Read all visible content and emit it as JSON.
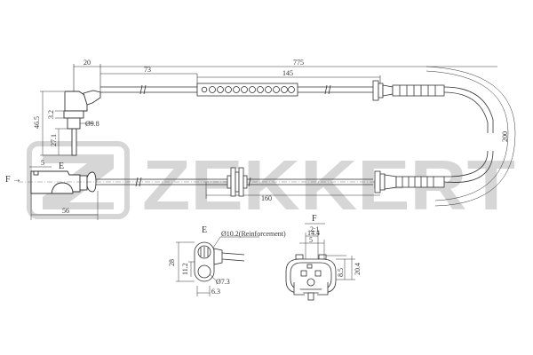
{
  "watermark": {
    "brand": "ZEKKERT",
    "brand_display": "ZEKKERT",
    "color": "#d6d6d6"
  },
  "drawing": {
    "type": "ABS wheel speed sensor technical drawing",
    "line_color": "#333333",
    "dimensions": {
      "overall_length": "775",
      "sensor_offset": "20",
      "to_clip": "73",
      "clip_to_grommet": "145",
      "bend_radius": "200",
      "sensor_height": "46.5",
      "sensor_step": "3.2",
      "sensor_tip": "27.1",
      "sensor_diameter": "Ø9.8",
      "connector_offset": "5",
      "connector_length": "56",
      "grommet_distance": "160"
    },
    "labels": {
      "view_f_arrow": "F →",
      "section_e": "E",
      "view_f": "F"
    },
    "detail_e": {
      "title": "E",
      "note": "Ø10.2(Reinforcement)",
      "height": "28",
      "inner": "11.2",
      "hole": "Ø7.3",
      "width": "6.3"
    },
    "detail_f": {
      "title": "F",
      "scale": "2:1",
      "top_dim": "14.4",
      "pitch": "5",
      "inner_height": "8.5",
      "outer_height": "20.4"
    }
  }
}
